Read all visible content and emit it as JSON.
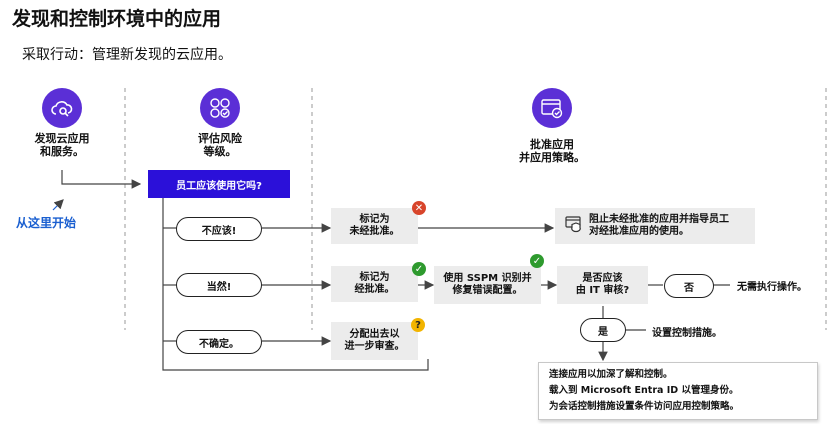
{
  "title": "发现和控制环境中的应用",
  "subtitle": "采取行动：管理新发现的云应用。",
  "stages": [
    {
      "label": "发现云应用\n和服务。",
      "icon": "cloud-search-icon"
    },
    {
      "label": "评估风险\n等级。",
      "icon": "risk-assessment-icon"
    },
    {
      "label": "批准应用\n并应用策略。",
      "icon": "app-approval-icon"
    }
  ],
  "start": {
    "label": "从这里开始"
  },
  "question": {
    "label": "员工应该使用它吗?"
  },
  "answers": {
    "no": "不应该!",
    "yes": "当然!",
    "unsure": "不确定。"
  },
  "outcomes": {
    "unsanctioned": "标记为\n未经批准。",
    "sanctioned": "标记为\n经批准。",
    "review": "分配出去以\n进一步审查。"
  },
  "block_text": "阻止未经批准的应用并指导员工\n对经批准应用的使用。",
  "sspm_text": "使用 SSPM 识别并\n修复错误配置。",
  "it_review": {
    "label": "是否应该\n由 IT 审核?",
    "no": "否",
    "yes": "是"
  },
  "no_action": "无需执行操作。",
  "set_controls": "设置控制措施。",
  "final_box": [
    "连接应用以加深了解和控制。",
    "载入到 Microsoft Entra ID 以管理身份。",
    "为会话控制措施设置条件访问应用控制策略。"
  ],
  "colors": {
    "accent": "#5b2fd6",
    "question_bg": "#2b10d9",
    "start": "#1a5fd0",
    "red": "#d8452b",
    "green": "#2e9a2e",
    "yellow": "#f2b400"
  }
}
